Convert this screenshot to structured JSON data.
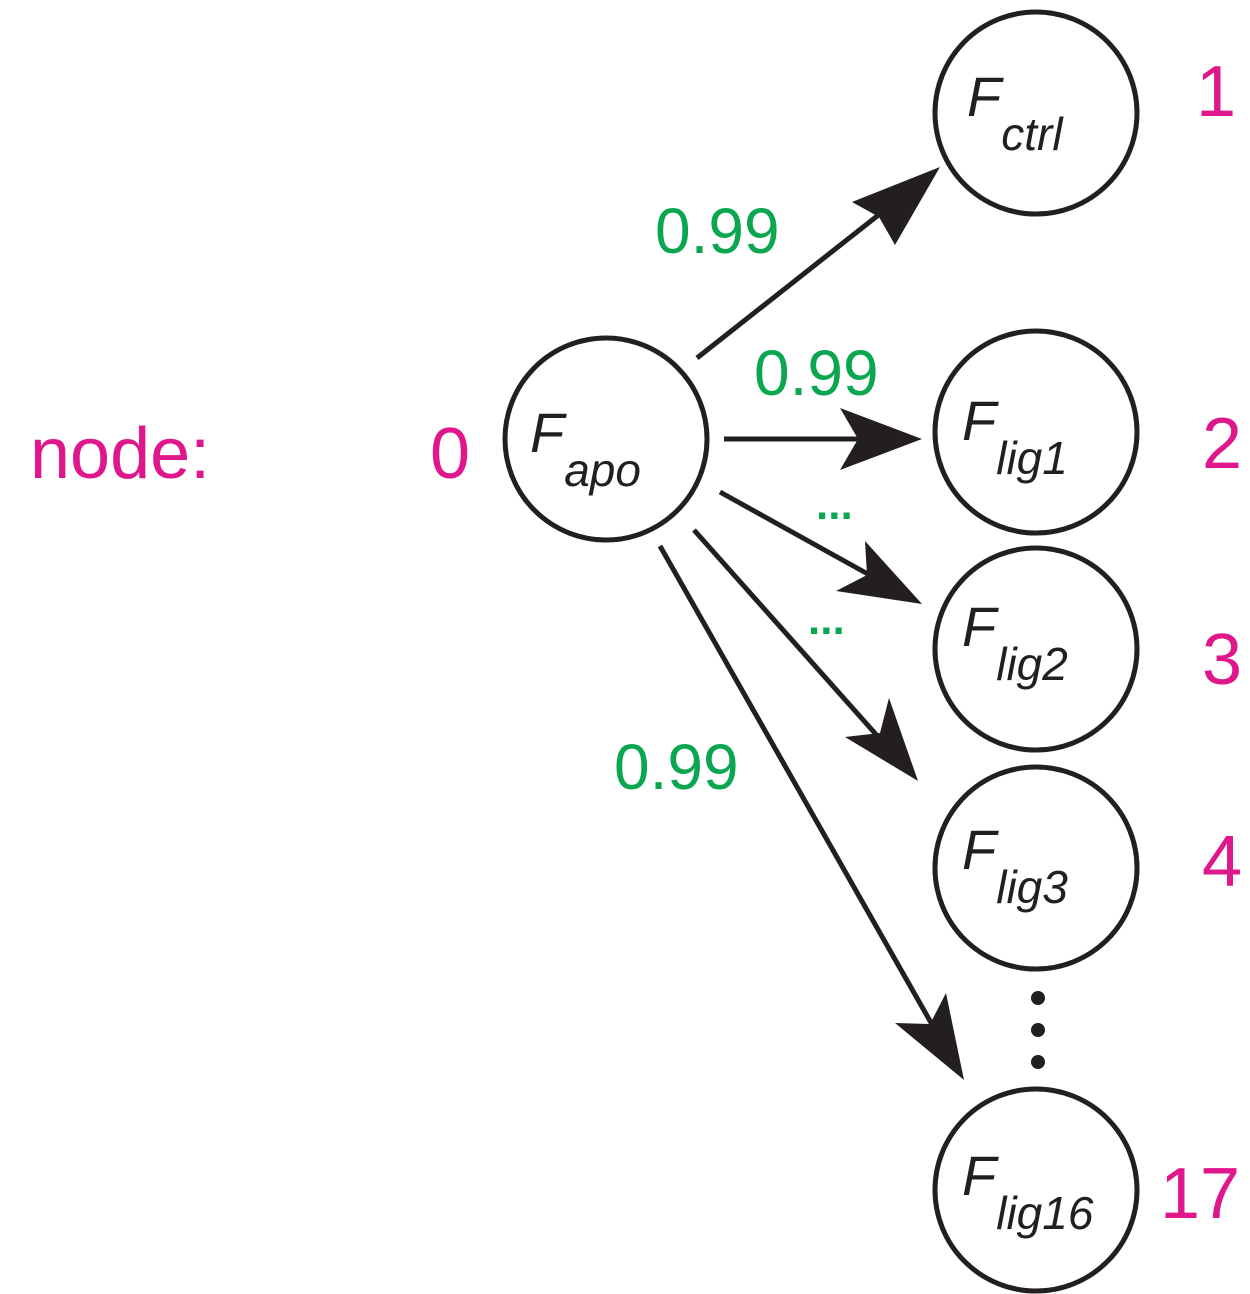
{
  "node_prefix": "node:",
  "colors": {
    "index": "#e0168c",
    "weight": "#0aa650",
    "stroke": "#231f20"
  },
  "nodes": [
    {
      "index": "0",
      "main": "F",
      "sub": "apo"
    },
    {
      "index": "1",
      "main": "F",
      "sub": "ctrl"
    },
    {
      "index": "2",
      "main": "F",
      "sub": "lig1"
    },
    {
      "index": "3",
      "main": "F",
      "sub": "lig2"
    },
    {
      "index": "4",
      "main": "F",
      "sub": "lig3"
    },
    {
      "index": "17",
      "main": "F",
      "sub": "lig16"
    }
  ],
  "edges": [
    {
      "from": 0,
      "to": 1,
      "weight": "0.99"
    },
    {
      "from": 0,
      "to": 2,
      "weight": "0.99"
    },
    {
      "from": 0,
      "to": 3,
      "weight": "..."
    },
    {
      "from": 0,
      "to": 4,
      "weight": "..."
    },
    {
      "from": 0,
      "to": 5,
      "weight": "0.99"
    }
  ],
  "vertical_ellipsis": true
}
